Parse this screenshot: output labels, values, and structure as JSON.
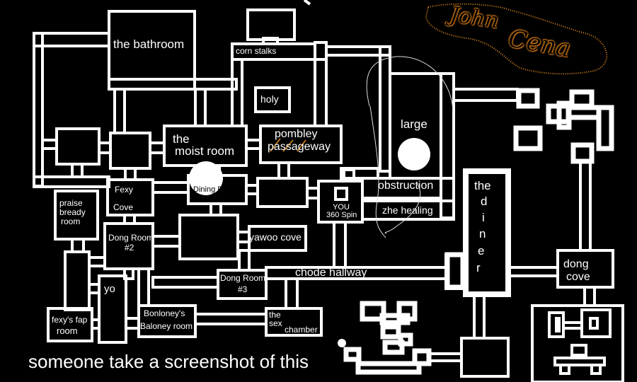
{
  "map": {
    "rooms": {
      "bathroom": "the bathroom",
      "corn_stalks": "corn stalks",
      "holy": "holy",
      "moist_room_1": "the",
      "moist_room_2": "moist room",
      "pombley_1": "pombley",
      "pombley_2": "passageway",
      "large": "large",
      "obstruction": "obstruction",
      "zhe_healing": "zhe healing",
      "fexy_1": "Fexy",
      "fexy_2": "Cove",
      "dining_room": "Dining Room",
      "you_1": "YOU",
      "you_2": "360 Spin",
      "praise_1": "praise",
      "praise_2": "bready",
      "praise_3": "room",
      "dong_room_2_1": "Dong Room",
      "dong_room_2_2": "#2",
      "yawoo_cove": "yawoo cove",
      "dong_room_3_1": "Dong Room",
      "dong_room_3_2": "#3",
      "chode_hallway": "chode hallway",
      "yo": "yo",
      "fexys_fap_1": "fexy's fap",
      "fexys_fap_2": "room",
      "bonloney_1": "Bonloney's",
      "bonloney_2": "Baloney room",
      "sex_chamber_1": "the",
      "sex_chamber_2": "sex",
      "sex_chamber_3": "chamber",
      "the_diner": [
        "the",
        "d",
        "i",
        "n",
        "e",
        "r"
      ],
      "dong_cove_1": "dong",
      "dong_cove_2": "cove"
    },
    "graffiti": {
      "john": "John",
      "cena": "Cena",
      "color": "#e08a1c"
    },
    "caption": "someone take a screenshot of this",
    "colors": {
      "background": "#000000",
      "wall": "#ffffff"
    }
  }
}
